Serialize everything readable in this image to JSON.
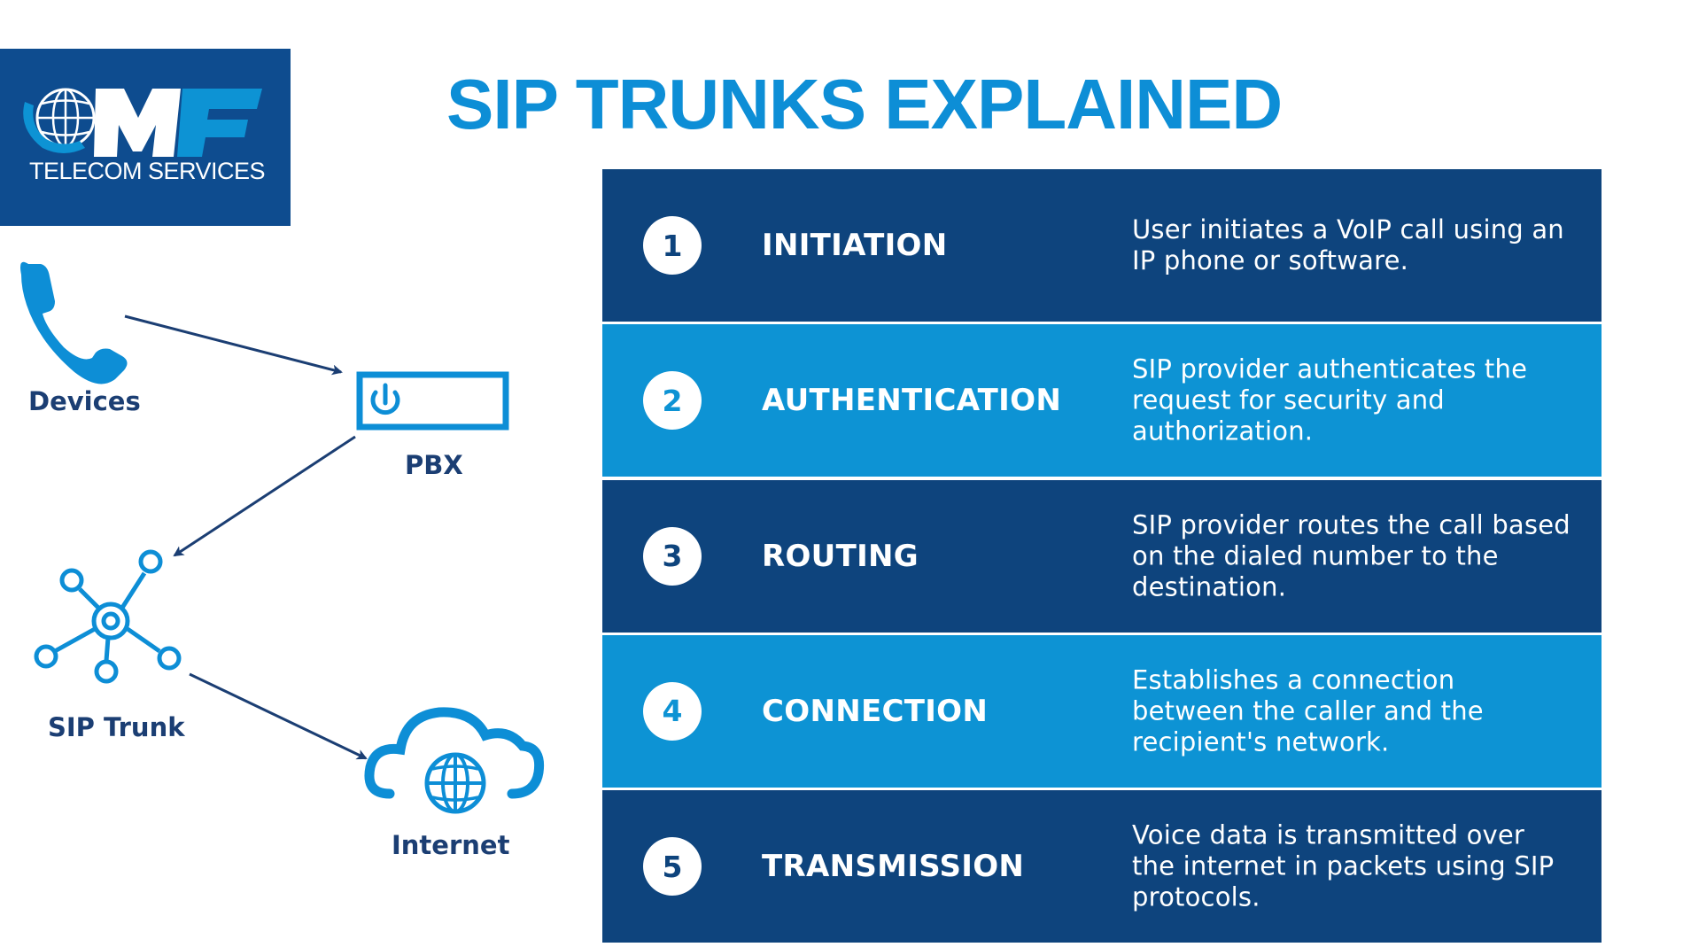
{
  "title": "SIP TRUNKS EXPLAINED",
  "logo": {
    "brand": "MF",
    "subtitle": "TELECOM SERVICES"
  },
  "diagram": {
    "nodes": [
      {
        "label": "Devices",
        "icon": "phone-icon"
      },
      {
        "label": "PBX",
        "icon": "pbx-power-icon"
      },
      {
        "label": "SIP Trunk",
        "icon": "network-hub-icon"
      },
      {
        "label": "Internet",
        "icon": "cloud-globe-icon"
      }
    ]
  },
  "steps": [
    {
      "num": "1",
      "name": "INITIATION",
      "desc": "User initiates a VoIP call using an IP phone or software.",
      "tone": "dark"
    },
    {
      "num": "2",
      "name": "AUTHENTICATION",
      "desc": "SIP provider authenticates the request for security and authorization.",
      "tone": "light"
    },
    {
      "num": "3",
      "name": "ROUTING",
      "desc": "SIP provider routes the call based on the dialed number to the destination.",
      "tone": "dark"
    },
    {
      "num": "4",
      "name": "CONNECTION",
      "desc": "Establishes a connection between the caller and the recipient's network.",
      "tone": "light"
    },
    {
      "num": "5",
      "name": "TRANSMISSION",
      "desc": "Voice data is transmitted over the internet in packets using SIP protocols.",
      "tone": "dark"
    }
  ],
  "colors": {
    "navy": "#0e447d",
    "blue": "#0d93d4",
    "label": "#1b3e73",
    "title": "#0d8ed6"
  }
}
